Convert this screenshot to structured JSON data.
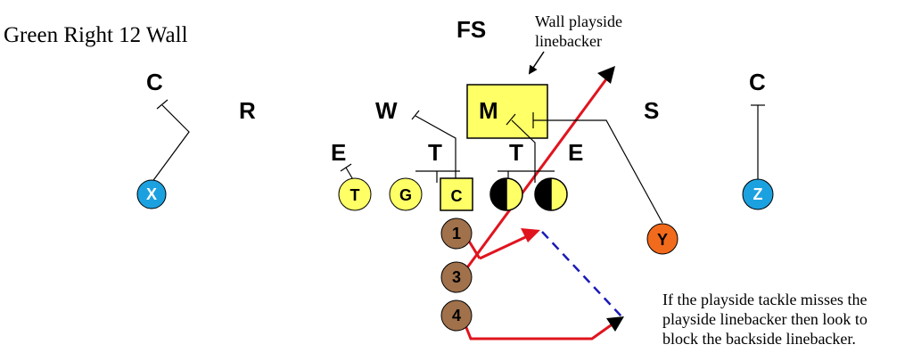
{
  "title": "Green Right 12 Wall",
  "callout_top": [
    "Wall playside",
    "linebacker"
  ],
  "callout_bottom": [
    "If the playside tackle misses the",
    "playside linebacker then look to",
    "block the backside linebacker."
  ],
  "defense": {
    "fs": "FS",
    "c_left": "C",
    "r": "R",
    "w": "W",
    "m": "M",
    "s": "S",
    "c_right": "C",
    "e_left": "E",
    "t_left": "T",
    "t_right": "T",
    "e_right": "E"
  },
  "offense": {
    "x": "X",
    "te": "T",
    "lg": "G",
    "center": "C",
    "y": "Y",
    "z": "Z",
    "back_1": "1",
    "back_3": "3",
    "back_4": "4"
  },
  "colors": {
    "yellow": "#ffff66",
    "blue": "#1ca1e0",
    "orange": "#f26a1b",
    "brown": "#a0714b",
    "red": "#e0141e",
    "dashed_blue": "#1a1ab8"
  }
}
